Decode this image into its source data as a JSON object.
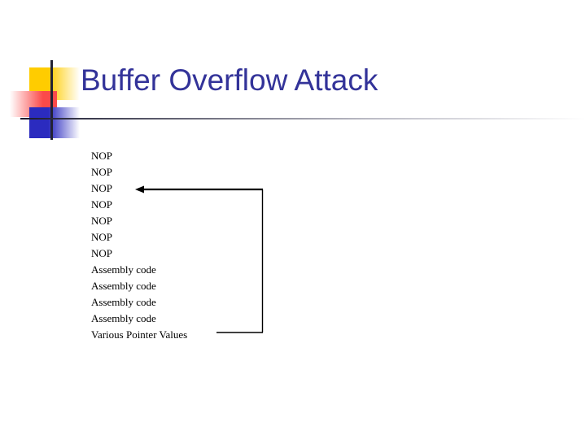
{
  "slide": {
    "title": "Buffer Overflow Attack",
    "title_color": "#333399",
    "background_color": "#ffffff"
  },
  "logo": {
    "yellow_color": "#FFCC00",
    "red_color": "#FB4A4A",
    "blue_color": "#2B2BBF",
    "line_color": "#222233"
  },
  "header_rule": {
    "gradient_from": "#1a1a2e",
    "gradient_to": "#ffffff"
  },
  "diagram": {
    "stack_lines": [
      "NOP",
      "NOP",
      "NOP",
      "NOP",
      "NOP",
      "NOP",
      "NOP",
      "Assembly code",
      "Assembly code",
      "Assembly code",
      "Assembly code",
      "Various Pointer Values"
    ],
    "arrow": {
      "label": "pointer-overwrite-flow",
      "color": "#000000",
      "from_line_index": 11,
      "to_line_index": 2,
      "description": "Arrow from Various Pointer Values looping right, up and left into the third NOP"
    }
  }
}
